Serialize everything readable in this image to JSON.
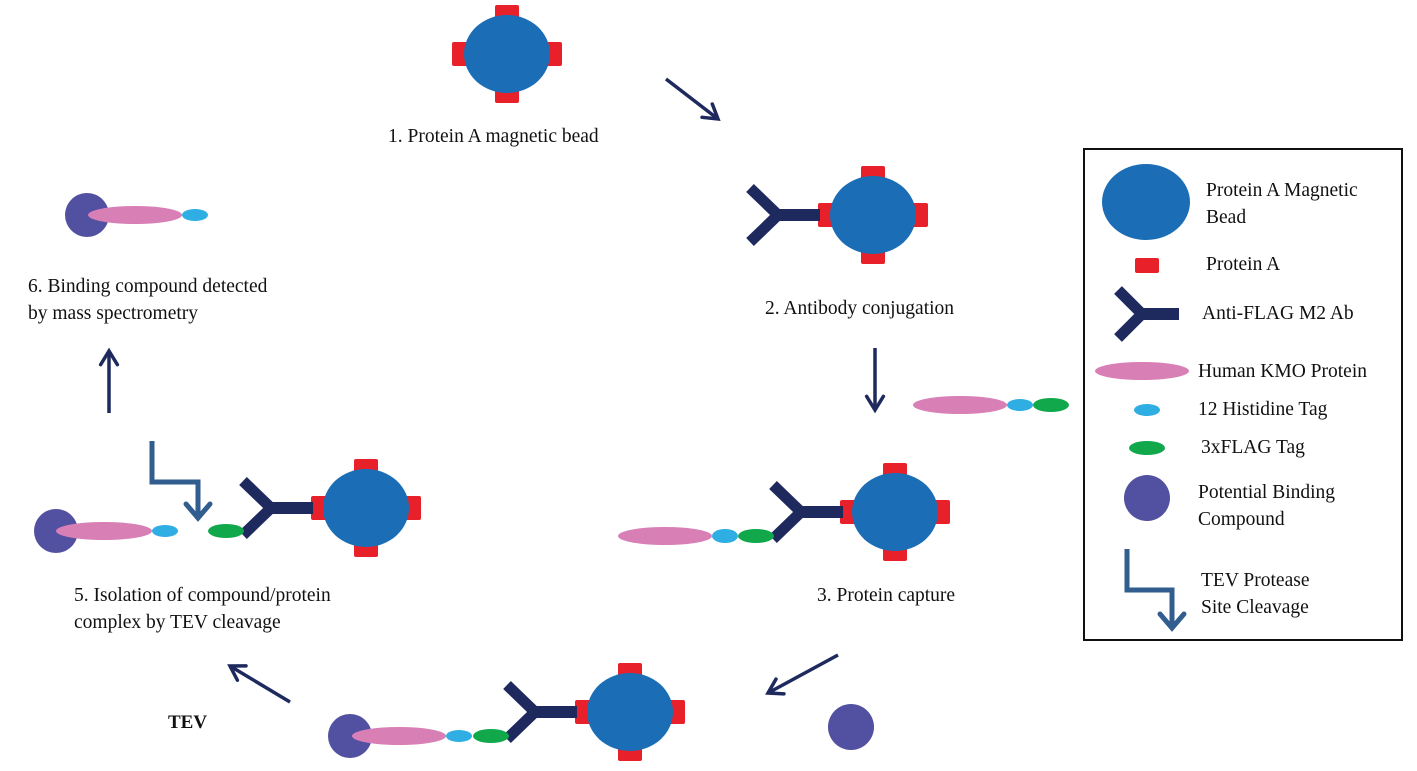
{
  "colors": {
    "bead": "#1b6db5",
    "protein_a": "#e8202a",
    "antibody": "#1e2a5e",
    "kmo": "#d87fb6",
    "his_tag": "#2eaee3",
    "flag_tag": "#10a84a",
    "compound": "#5250a0",
    "tev_arrow": "#325d8f",
    "flow_arrow": "#1e2a5e"
  },
  "steps": [
    {
      "id": 1,
      "lines": [
        "1. Protein A magnetic bead"
      ]
    },
    {
      "id": 2,
      "lines": [
        "2. Antibody conjugation"
      ]
    },
    {
      "id": 3,
      "lines": [
        "3. Protein capture"
      ]
    },
    {
      "id": 4,
      "lines": [
        "TEV"
      ]
    },
    {
      "id": 5,
      "lines": [
        "5. Isolation of compound/protein",
        "complex by TEV cleavage"
      ]
    },
    {
      "id": 6,
      "lines": [
        "6. Binding compound detected",
        "by mass spectrometry"
      ]
    }
  ],
  "legend": {
    "items": [
      {
        "icon": "bead",
        "lines": [
          "Protein A Magnetic",
          "Bead"
        ]
      },
      {
        "icon": "protein-a",
        "lines": [
          "Protein A"
        ]
      },
      {
        "icon": "antibody",
        "lines": [
          "Anti-FLAG M2 Ab"
        ]
      },
      {
        "icon": "kmo-protein",
        "lines": [
          "Human KMO Protein"
        ]
      },
      {
        "icon": "his-tag",
        "lines": [
          "12 Histidine Tag"
        ]
      },
      {
        "icon": "flag-tag",
        "lines": [
          "3xFLAG Tag"
        ]
      },
      {
        "icon": "binding-compound",
        "lines": [
          "Potential Binding",
          "Compound"
        ]
      },
      {
        "icon": "tev-cleavage",
        "lines": [
          "TEV Protease",
          "Site Cleavage"
        ]
      }
    ]
  }
}
